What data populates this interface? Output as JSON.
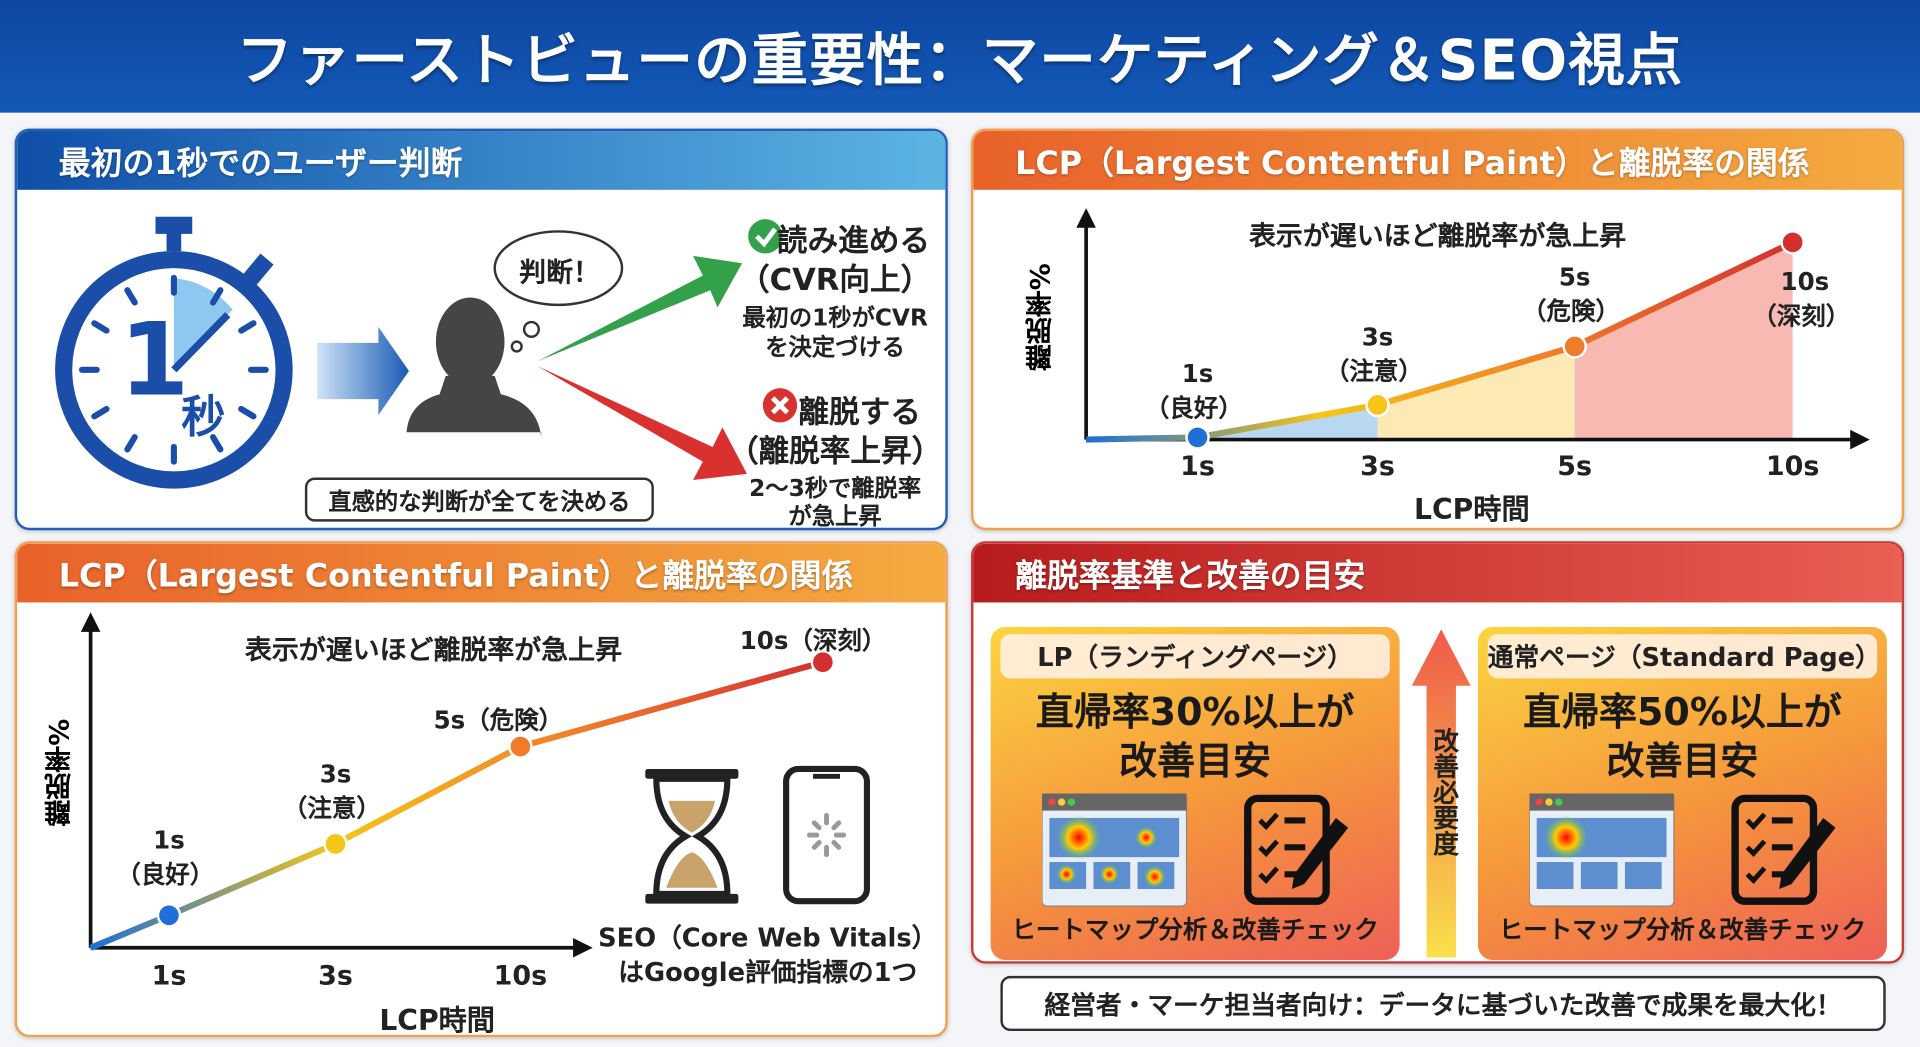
{
  "title": "ファーストビューの重要性：マーケティング＆SEO視点",
  "panel_first_second": {
    "title": "最初の1秒でのユーザー判断",
    "stopwatch_number": "1",
    "stopwatch_unit": "秒",
    "thought": "判断！",
    "speech": "直感的な判断が全てを決める",
    "positive": {
      "icon": "check-circle-icon",
      "head": "読み進める",
      "sub": "（CVR向上）",
      "desc1": "最初の1秒がCVR",
      "desc2": "を決定づける",
      "color": "#2e9e44"
    },
    "negative": {
      "icon": "x-circle-icon",
      "head": "離脱する",
      "sub": "（離脱率上昇）",
      "desc1": "2〜3秒で離脱率",
      "desc2": "が急上昇",
      "color": "#d93030"
    }
  },
  "panel_lcp_top": {
    "title": "LCP（Largest Contentful Paint）と離脱率の関係",
    "subtitle": "表示が遅いほど離脱率が急上昇",
    "ylabel": "離脱率%",
    "xlabel": "LCP時間",
    "xticks": [
      "1s",
      "3s",
      "5s",
      "10s"
    ],
    "points": [
      {
        "label": "1s",
        "note": "（良好）",
        "color": "#1e6fd6"
      },
      {
        "label": "3s",
        "note": "（注意）",
        "color": "#f5c518"
      },
      {
        "label": "5s",
        "note": "（危険）",
        "color": "#f07c2a"
      },
      {
        "label": "10s",
        "note": "（深刻）",
        "color": "#d32f2f"
      }
    ]
  },
  "panel_lcp_bottom": {
    "title": "LCP（Largest Contentful Paint）と離脱率の関係",
    "subtitle": "表示が遅いほど離脱率が急上昇",
    "ylabel": "離脱率%",
    "xlabel": "LCP時間",
    "xticks": [
      "1s",
      "3s",
      "10s"
    ],
    "p1_label": "1s",
    "p1_note": "（良好）",
    "p2_label": "3s",
    "p2_note": "（注意）",
    "p3_label": "5s（危険）",
    "p4_label": "10s（深刻）",
    "seo1": "SEO（Core Web Vitals）",
    "seo2": "はGoogle評価指標の1つ"
  },
  "panel_bounce": {
    "title": "離脱率基準と改善の目安",
    "arrow_label": "改善必要度",
    "cards": [
      {
        "label": "LP（ランディングページ）",
        "line1": "直帰率30%以上が",
        "line2": "改善目安",
        "foot": "ヒートマップ分析＆改善チェック"
      },
      {
        "label": "通常ページ（Standard Page）",
        "line1": "直帰率50%以上が",
        "line2": "改善目安",
        "foot": "ヒートマップ分析＆改善チェック"
      }
    ]
  },
  "footer_note": "経営者・マーケ担当者向け：データに基づいた改善で成果を最大化！",
  "chart_data": [
    {
      "type": "line",
      "title": "表示が遅いほど離脱率が急上昇",
      "xlabel": "LCP時間",
      "ylabel": "離脱率%",
      "categories": [
        "1s",
        "3s",
        "5s",
        "10s"
      ],
      "values": [
        1,
        16,
        43,
        91
      ],
      "ylim": [
        0,
        100
      ],
      "grid": false
    },
    {
      "type": "line",
      "title": "表示が遅いほど離脱率が急上昇",
      "xlabel": "LCP時間",
      "ylabel": "離脱率%",
      "categories": [
        "1s",
        "3s",
        "5s",
        "10s"
      ],
      "values": [
        10,
        32,
        62,
        88
      ],
      "ylim": [
        0,
        100
      ],
      "grid": false
    }
  ]
}
